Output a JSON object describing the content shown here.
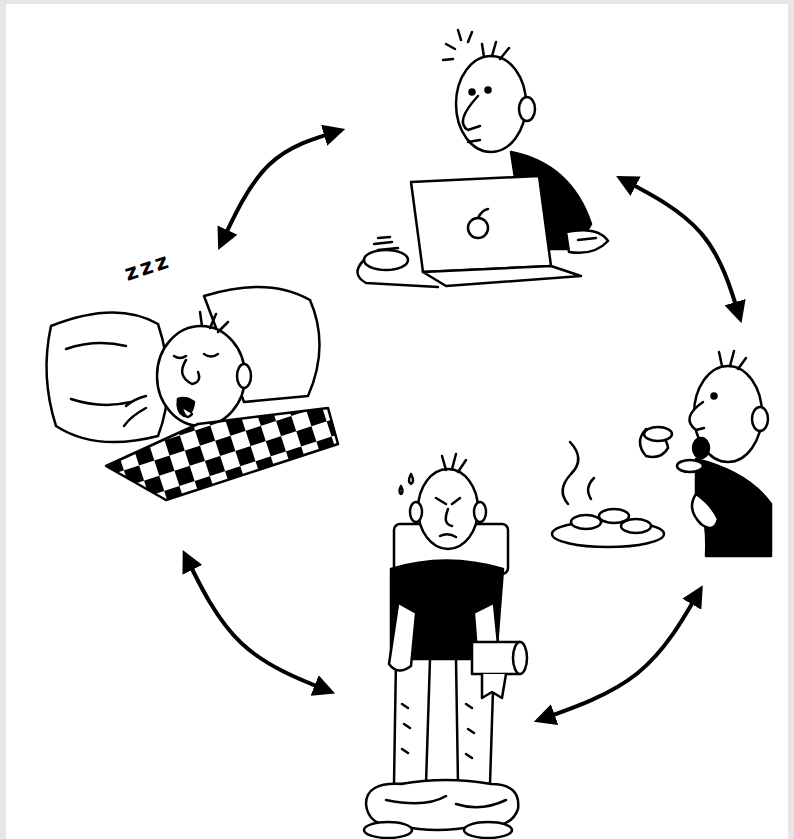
{
  "diagram": {
    "nodes": [
      {
        "text": []
      },
      {
        "text": []
      },
      {
        "text": []
      },
      {
        "text": []
      }
    ],
    "edges": [
      {
        "from": 0,
        "to": 1,
        "arrow": "both"
      },
      {
        "from": 1,
        "to": 2,
        "arrow": "both"
      },
      {
        "from": 2,
        "to": 3,
        "arrow": "both"
      },
      {
        "from": 3,
        "to": 0,
        "arrow": "both"
      }
    ],
    "labels": [
      "zzz"
    ]
  }
}
